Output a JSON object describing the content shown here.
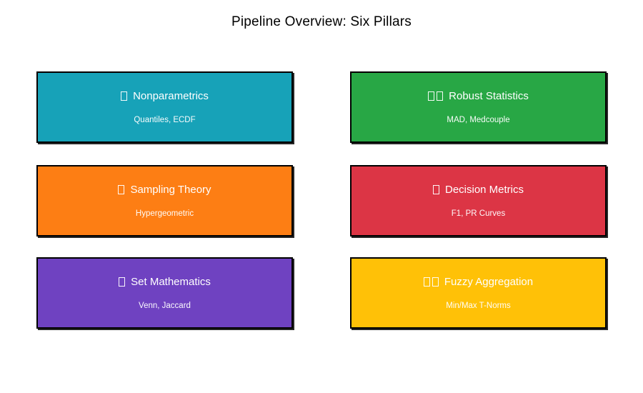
{
  "page": {
    "title": "Pipeline Overview: Six Pillars",
    "background_color": "#ffffff",
    "title_color": "#000000",
    "card_text_color": "#ffffff",
    "card_border_color": "#000000"
  },
  "cards": [
    {
      "title": "Nonparametrics",
      "subtitle": "Quantiles, ECDF",
      "color": "#17a2b8",
      "icon": "missing-glyph",
      "icon_count": 1
    },
    {
      "title": "Robust Statistics",
      "subtitle": "MAD, Medcouple",
      "color": "#28a745",
      "icon": "missing-glyph",
      "icon_count": 2
    },
    {
      "title": "Sampling Theory",
      "subtitle": "Hypergeometric",
      "color": "#fd7e14",
      "icon": "missing-glyph",
      "icon_count": 1
    },
    {
      "title": "Decision Metrics",
      "subtitle": "F1, PR Curves",
      "color": "#dc3545",
      "icon": "missing-glyph",
      "icon_count": 1
    },
    {
      "title": "Set Mathematics",
      "subtitle": "Venn, Jaccard",
      "color": "#6f42c1",
      "icon": "missing-glyph",
      "icon_count": 1
    },
    {
      "title": "Fuzzy Aggregation",
      "subtitle": "Min/Max T-Norms",
      "color": "#ffc107",
      "icon": "missing-glyph",
      "icon_count": 2
    }
  ]
}
